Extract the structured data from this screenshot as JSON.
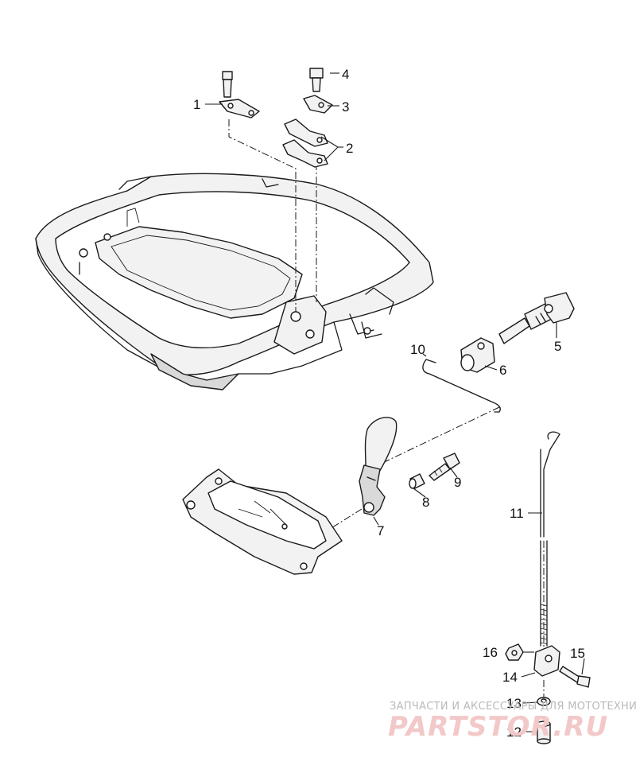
{
  "callouts": {
    "c1": "1",
    "c2": "2",
    "c3": "3",
    "c4": "4",
    "c5": "5",
    "c6": "6",
    "c7": "7",
    "c8": "8",
    "c9": "9",
    "c10": "10",
    "c11": "11",
    "c12": "12",
    "c13": "13",
    "c14": "14",
    "c15": "15",
    "c16": "16"
  },
  "watermark": {
    "tagline": "ЗАПЧАСТИ И АКСЕССУАРЫ ДЛЯ МОТОТЕХНИКИ",
    "brand": "PARTSTOR.RU",
    "brand_color": "#f2c8c8"
  }
}
